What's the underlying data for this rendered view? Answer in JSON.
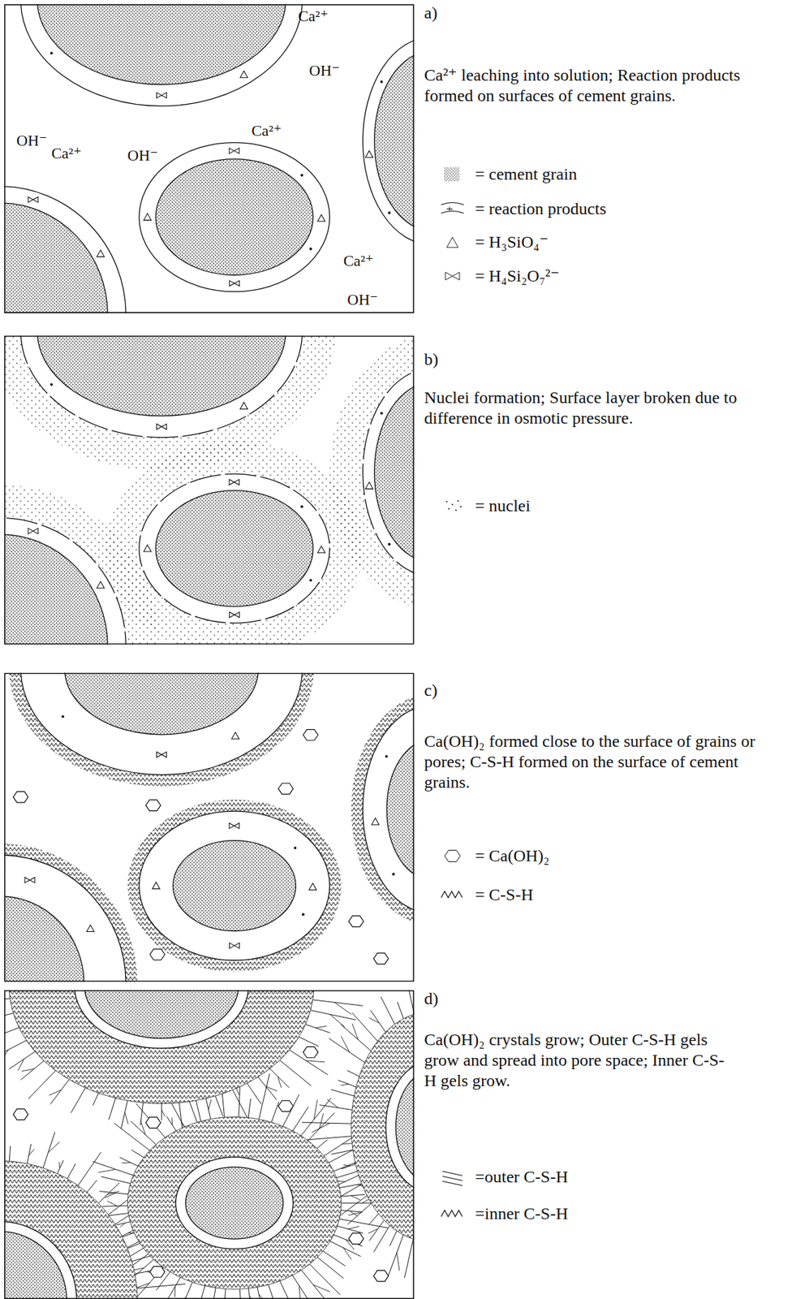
{
  "diagram": {
    "labels": [
      "a)",
      "Ca²⁺ leaching into solution; Reaction products formed on surfaces of cement grains.",
      "Ca²⁺",
      "OH⁻",
      "Ca²⁺",
      "OH⁻",
      "Ca²⁺",
      "OH⁻",
      "Ca²⁺",
      "OH⁻",
      "b)",
      "Nuclei formation; Surface layer broken due to difference in osmotic pressure.",
      "c)",
      "Ca(OH)₂ formed close to the surface of grains or pores; C-S-H formed on the surface of cement grains.",
      "d)",
      "Ca(OH)₂ crystals grow; Outer C-S-H gels grow and spread into pore space; Inner C-S-H gels grow."
    ],
    "legend": [
      {
        "text": "= cement grain"
      },
      {
        "text": "= reaction products"
      },
      {
        "text": "= H₃SiO₄⁻"
      },
      {
        "text": "= H₄Si₂O₇²⁻"
      },
      {
        "text": "= nuclei"
      },
      {
        "text": "= Ca(OH)₂"
      },
      {
        "text": "= C-S-H"
      },
      {
        "text": "=outer C-S-H"
      },
      {
        "text": "=inner C-S-H"
      }
    ]
  }
}
